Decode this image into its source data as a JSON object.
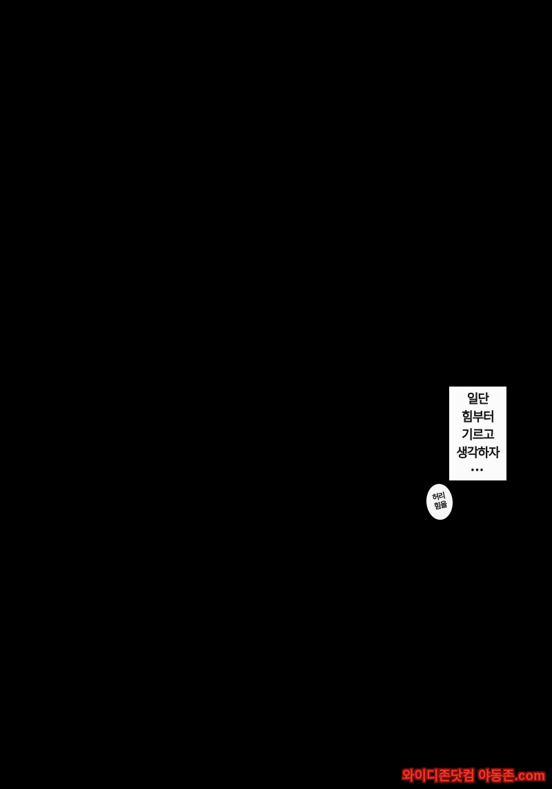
{
  "page": {
    "background_color": "#000000"
  },
  "caption_box": {
    "lines": [
      "일단",
      "힘부터",
      "기르고",
      "생각하자",
      "•••"
    ]
  },
  "speech_bubble": {
    "lines": [
      "허리",
      "힘을"
    ]
  },
  "watermark": {
    "text": "와이디존닷컴 야동존.com",
    "fill_color": "#f5352b",
    "outline_color": "#7c100a"
  }
}
